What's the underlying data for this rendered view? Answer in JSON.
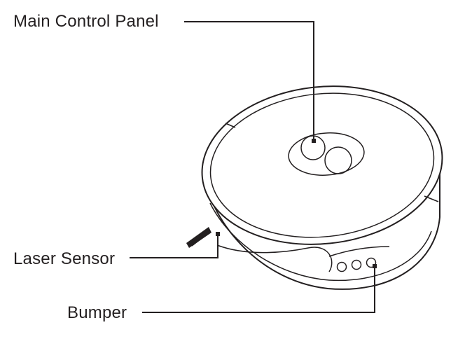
{
  "callouts": {
    "main_control_panel": "Main Control Panel",
    "laser_sensor": "Laser Sensor",
    "bumper": "Bumper"
  },
  "colors": {
    "ink": "#231f20",
    "background": "#ffffff"
  }
}
